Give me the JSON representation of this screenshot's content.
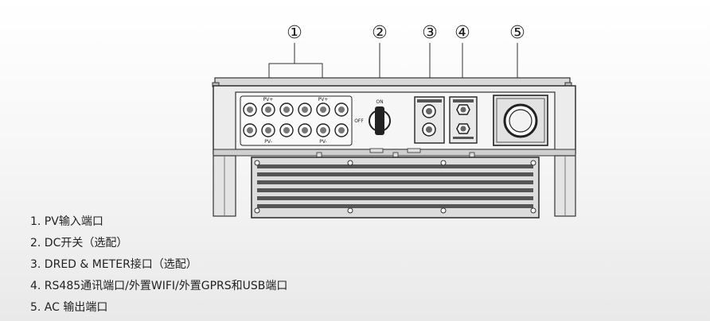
{
  "callouts": [
    "①",
    "②",
    "③",
    "④",
    "⑤"
  ],
  "panel_labels": {
    "pv_plus_left": "PV+",
    "pv_plus_right": "PV+",
    "pv_minus_left": "PV-",
    "pv_minus_right": "PV-",
    "switch_on": "ON",
    "switch_off": "OFF"
  },
  "legend": [
    "1. PV输入端口",
    "2. DC开关（选配）",
    "3. DRED & METER接口（选配）",
    "4. RS485通讯端口/外置WIFI/外置GPRS和USB端口",
    "5. AC 输出端口"
  ]
}
